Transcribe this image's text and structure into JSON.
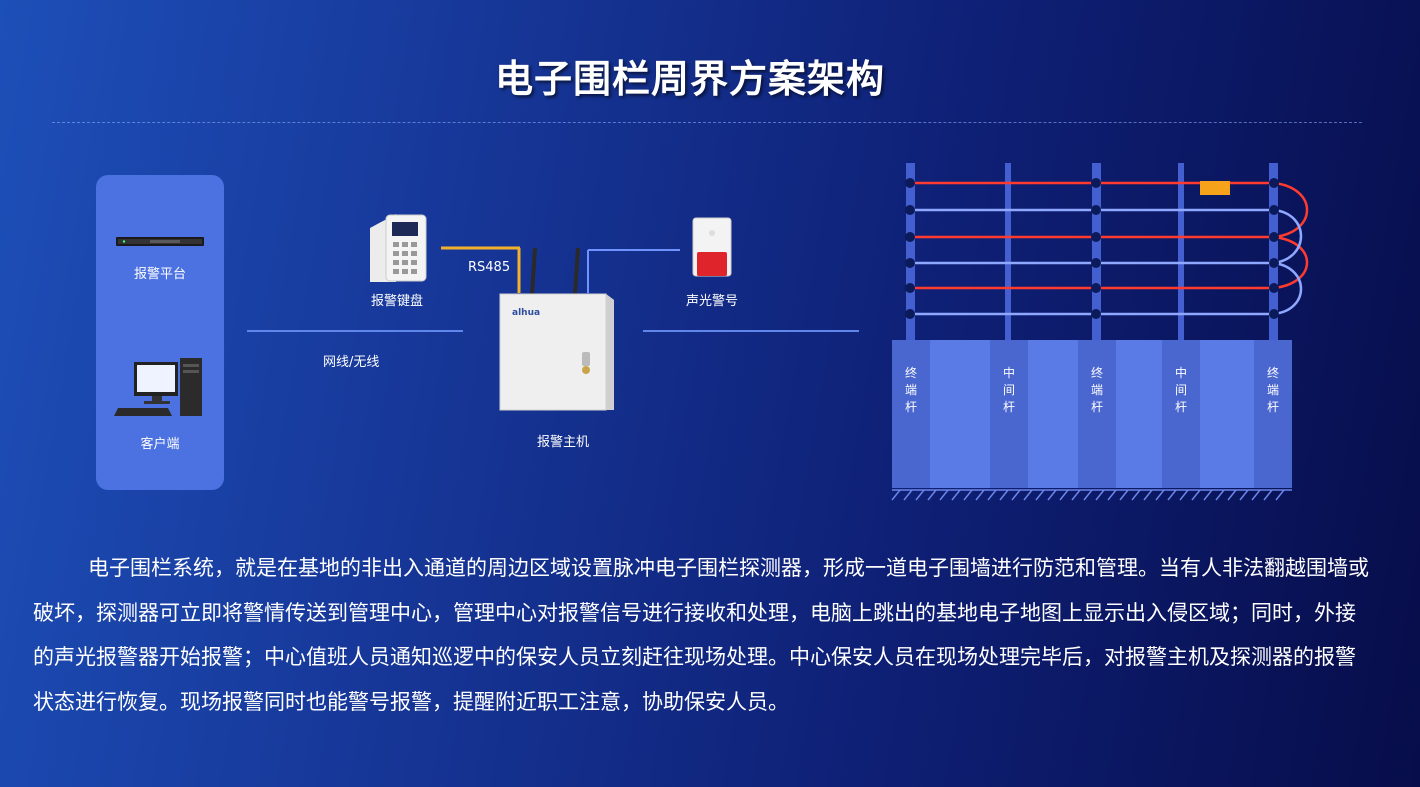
{
  "title": "电子围栏周界方案架构",
  "devices": {
    "alarm_platform": "报警平台",
    "client": "客户端",
    "keypad": "报警键盘",
    "rs485": "RS485",
    "siren": "声光警号",
    "network": "网线/无线",
    "host": "报警主机",
    "host_brand": "alhua"
  },
  "fence": {
    "poles": [
      {
        "label": "终\n端\n杆"
      },
      {
        "label": "中\n间\n杆"
      },
      {
        "label": "终\n端\n杆"
      },
      {
        "label": "中\n间\n杆"
      },
      {
        "label": "终\n端\n杆"
      }
    ]
  },
  "paragraph": "电子围栏系统，就是在基地的非出入通道的周边区域设置脉冲电子围栏探测器，形成一道电子围墙进行防范和管理。当有人非法翻越围墙或破坏，探测器可立即将警情传送到管理中心，管理中心对报警信号进行接收和处理，电脑上跳出的基地电子地图上显示出入侵区域；同时，外接的声光报警器开始报警；中心值班人员通知巡逻中的保安人员立刻赶往现场处理。中心保安人员在现场处理完毕后，对报警主机及探测器的报警状态进行恢复。现场报警同时也能警号报警，提醒附近职工注意，协助保安人员。",
  "colors": {
    "wire_red": "#ff3b30",
    "wire_blue": "#8fa8ff",
    "wall": "#5a7be6",
    "pole": "#4a66cf",
    "panel": "#4b72e0"
  }
}
